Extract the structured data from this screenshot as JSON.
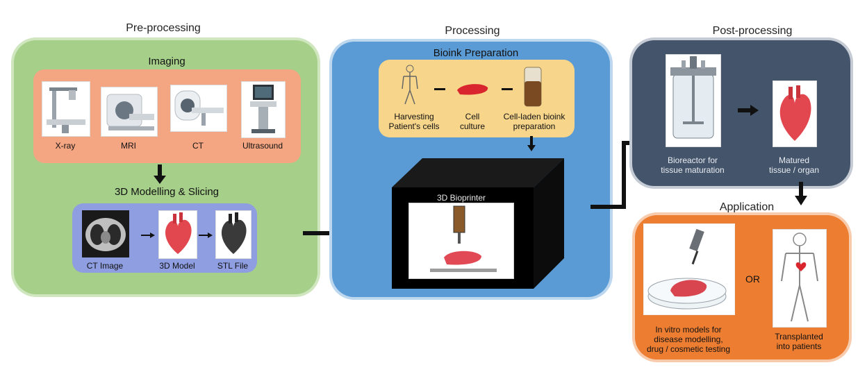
{
  "sections": {
    "pre": "Pre-processing",
    "proc": "Processing",
    "post": "Post-processing",
    "app": "Application"
  },
  "imaging": {
    "title": "Imaging",
    "items": [
      "X-ray",
      "MRI",
      "CT",
      "Ultrasound"
    ]
  },
  "modelling": {
    "title": "3D Modelling & Slicing",
    "items": [
      "CT Image",
      "3D Model",
      "STL File"
    ]
  },
  "bioink": {
    "title": "Bioink Preparation",
    "items": [
      {
        "line1": "Harvesting",
        "line2": "Patient's cells"
      },
      {
        "line1": "Cell",
        "line2": "culture"
      },
      {
        "line1": "Cell-laden bioink",
        "line2": "preparation"
      }
    ]
  },
  "printer": {
    "label": "3D Bioprinter"
  },
  "post": {
    "bioreactor": {
      "line1": "Bioreactor for",
      "line2": "tissue maturation"
    },
    "matured": {
      "line1": "Matured",
      "line2": "tissue / organ"
    }
  },
  "application": {
    "or_text": "OR",
    "invitro": {
      "line1": "In vitro models for",
      "line2": "disease modelling,",
      "line3": "drug / cosmetic testing"
    },
    "transplant": {
      "line1": "Transplanted",
      "line2": "into patients"
    }
  },
  "colors": {
    "pre_panel": "#a6d08a",
    "proc_panel": "#5b9bd5",
    "post_panel": "#44546a",
    "app_panel": "#ed7d31",
    "imaging_box": "#f4a582",
    "modelling_box": "#8e9ee0",
    "bioink_box": "#f7d58b"
  }
}
